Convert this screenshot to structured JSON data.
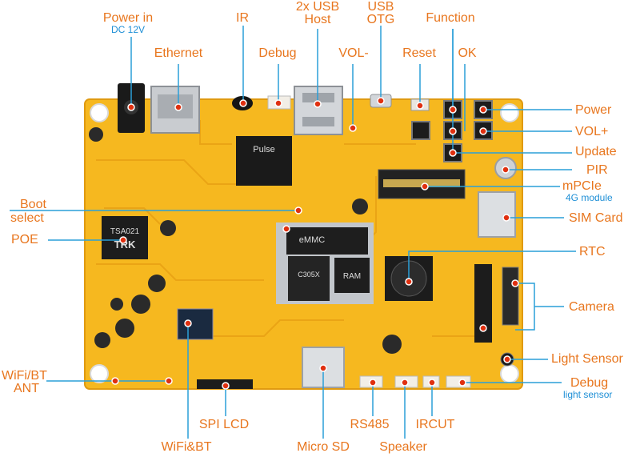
{
  "labels": {
    "power_in": "Power in",
    "power_in_sub": "DC 12V",
    "ethernet": "Ethernet",
    "ir": "IR",
    "debug_top": "Debug",
    "usb_host_line1": "2x USB",
    "usb_host_line2": "Host",
    "usb_otg_line1": "USB",
    "usb_otg_line2": "OTG",
    "function": "Function",
    "vol_minus": "VOL-",
    "reset": "Reset",
    "ok": "OK",
    "power": "Power",
    "vol_plus": "VOL+",
    "update": "Update",
    "pir": "PIR",
    "mpcie": "mPCIe",
    "mpcie_sub": "4G module",
    "sim_card": "SIM Card",
    "boot_select_line1": "Boot",
    "boot_select_line2": "select",
    "poe": "POE",
    "rtc": "RTC",
    "camera": "Camera",
    "light_sensor": "Light Sensor",
    "wifi_bt_ant_line1": "WiFi/BT",
    "wifi_bt_ant_line2": "ANT",
    "debug_bottom": "Debug",
    "debug_bottom_sub": "light sensor",
    "spi_lcd": "SPI LCD",
    "wifi_bt": "WiFi&BT",
    "micro_sd": "Micro SD",
    "rs485": "RS485",
    "speaker": "Speaker",
    "ircut": "IRCUT"
  },
  "chips": {
    "emmc": "eMMC",
    "ram": "RAM",
    "soc": "C305X",
    "magnetics": "Pulse",
    "poe_xfmr_line1": "TSA021",
    "poe_xfmr_line2": "TRK"
  },
  "colors": {
    "label_orange": "#e8761e",
    "sub_blue": "#1e8fd6",
    "board_yellow": "#f6b81f",
    "leader_line": "#2a9fd8",
    "marker_red": "#e03010"
  }
}
